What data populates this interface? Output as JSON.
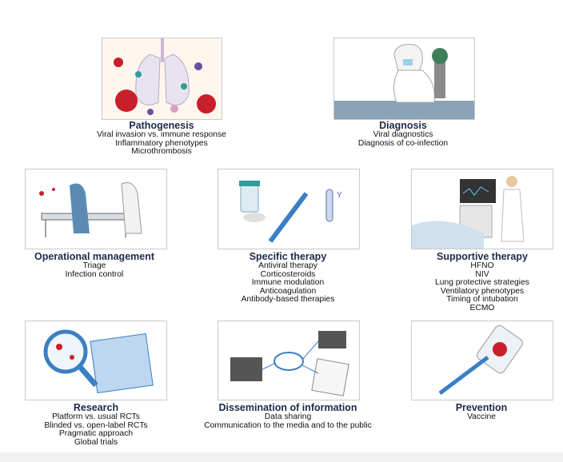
{
  "sections": [
    {
      "title": "Pathogenesis",
      "items": [
        "Viral invasion vs. immune response",
        "Inflammatory phenotypes",
        "Microthrombosis"
      ]
    },
    {
      "title": "Diagnosis",
      "items": [
        "Viral diagnostics",
        "Diagnosis of co-infection"
      ]
    },
    {
      "title": "Operational management",
      "items": [
        "Triage",
        "Infection control"
      ]
    },
    {
      "title": "Specific therapy",
      "items": [
        "Antiviral therapy",
        "Corticosteroids",
        "Immune modulation",
        "Anticoagulation",
        "Antibody-based therapies"
      ]
    },
    {
      "title": "Supportive therapy",
      "items": [
        "HFNO",
        "NIV",
        "Lung protective strategies",
        "Ventilatory phenotypes",
        "Timing of intubation",
        "ECMO"
      ]
    },
    {
      "title": "Research",
      "items": [
        "Platform vs. usual RCTs",
        "Blinded vs. open-label RCTs",
        "Pragmatic approach",
        "Global trials"
      ]
    },
    {
      "title": "Dissemination of information",
      "items": [
        "Data sharing",
        "Communication to the media and to the public"
      ]
    },
    {
      "title": "Prevention",
      "items": [
        "Vaccine"
      ]
    }
  ],
  "colors": {
    "title": "#1d2a48",
    "virus": "#c8202a",
    "accent_blue": "#3b7fc4"
  }
}
